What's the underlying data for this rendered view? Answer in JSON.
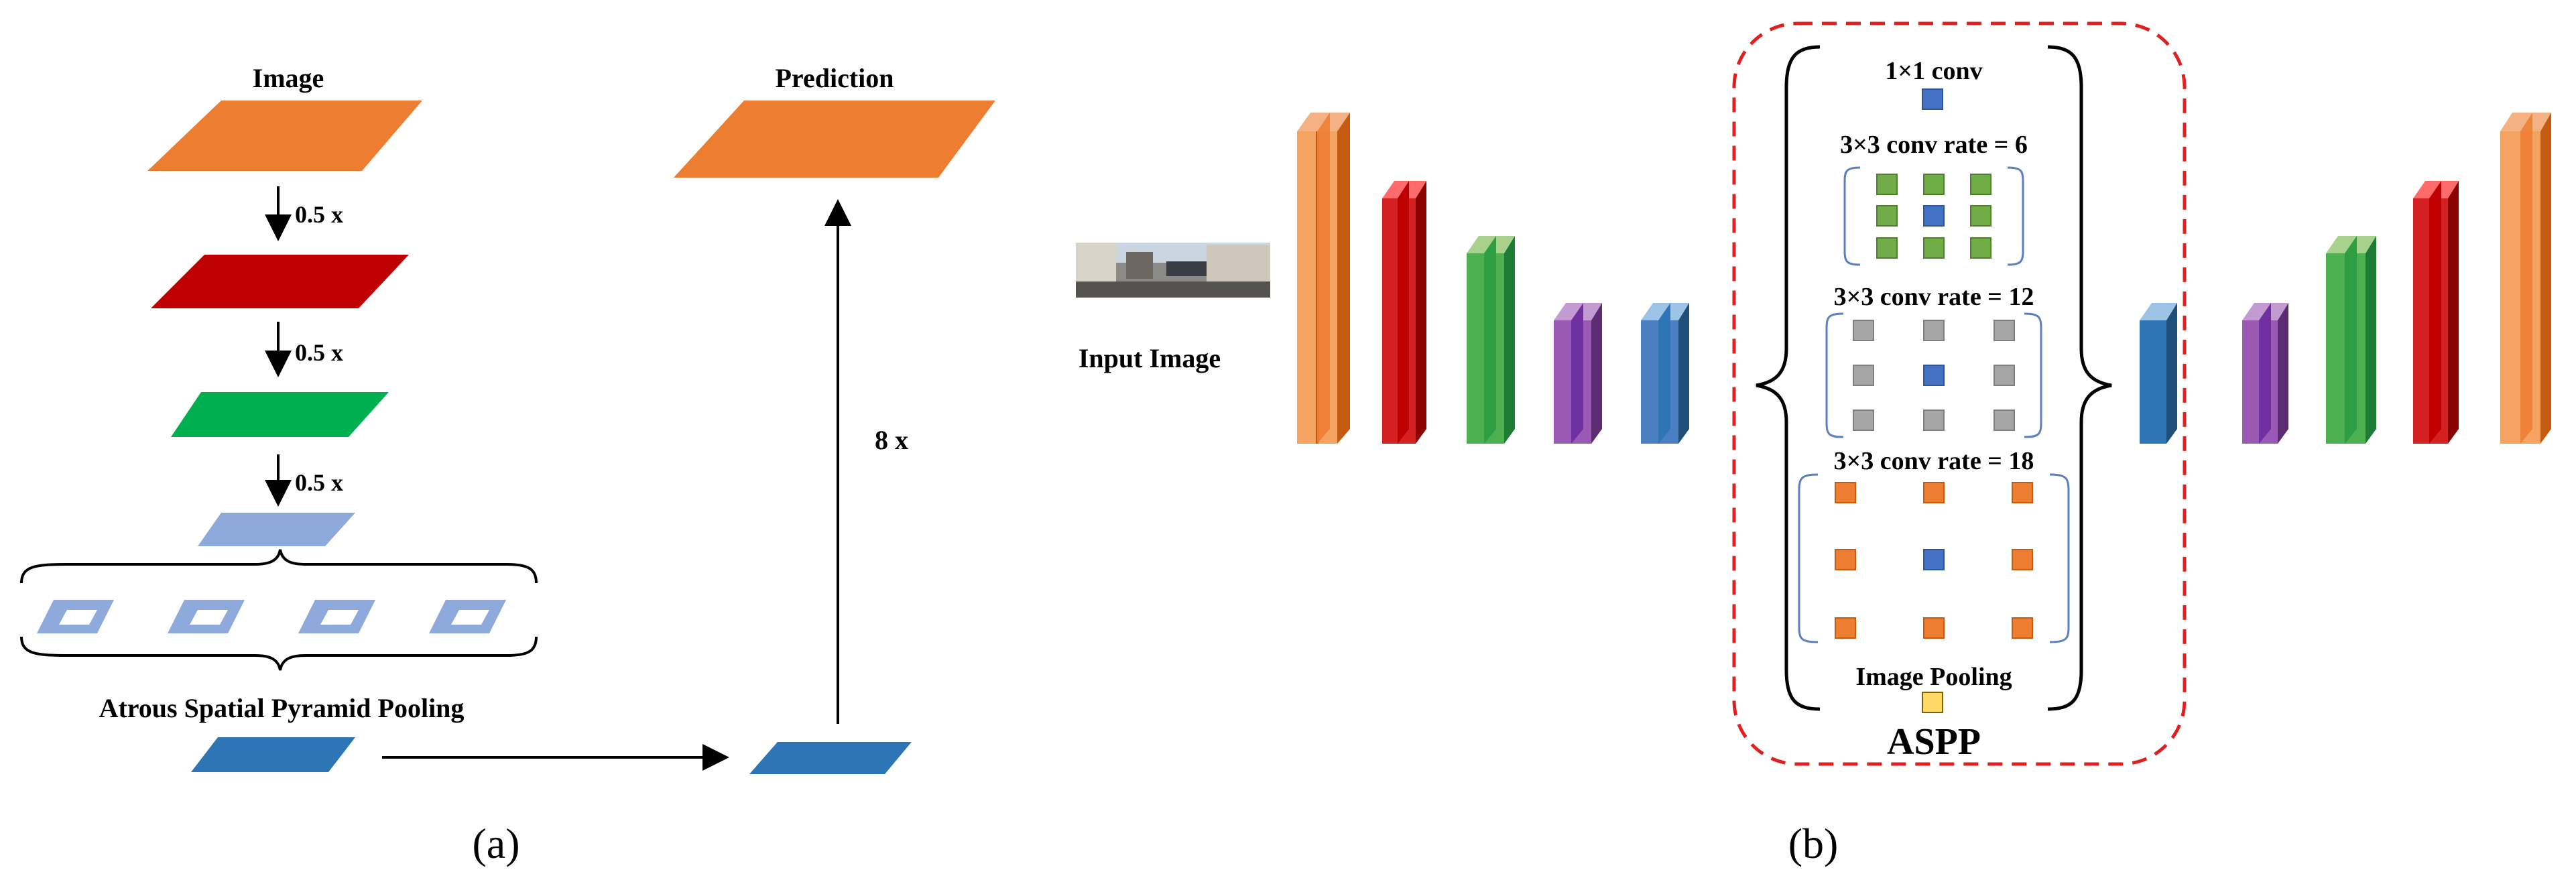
{
  "panel_a": {
    "caption": "(a)",
    "image_label": "Image",
    "prediction_label": "Prediction",
    "downsample_labels": [
      "0.5 x",
      "0.5 x",
      "0.5 x"
    ],
    "aspp_label": "Atrous Spatial Pyramid Pooling",
    "upsample_label": "8 x"
  },
  "panel_b": {
    "caption": "(b)",
    "input_label": "Input Image",
    "aspp_title": "ASPP",
    "branch_labels": {
      "conv1x1": "1×1 conv",
      "rate6": "3×3 conv rate = 6",
      "rate12": "3×3 conv rate = 12",
      "rate18": "3×3 conv rate = 18",
      "pooling": "Image Pooling"
    }
  },
  "colors": {
    "orange": "#ED7D31",
    "red": "#C00000",
    "green": "#00B050",
    "light_blue": "#8EA9DB",
    "blue": "#2E75B6",
    "purple": "#7030A0",
    "gray": "#A5A5A5",
    "yellow": "#FFD966",
    "dashed_red": "#E02020"
  }
}
